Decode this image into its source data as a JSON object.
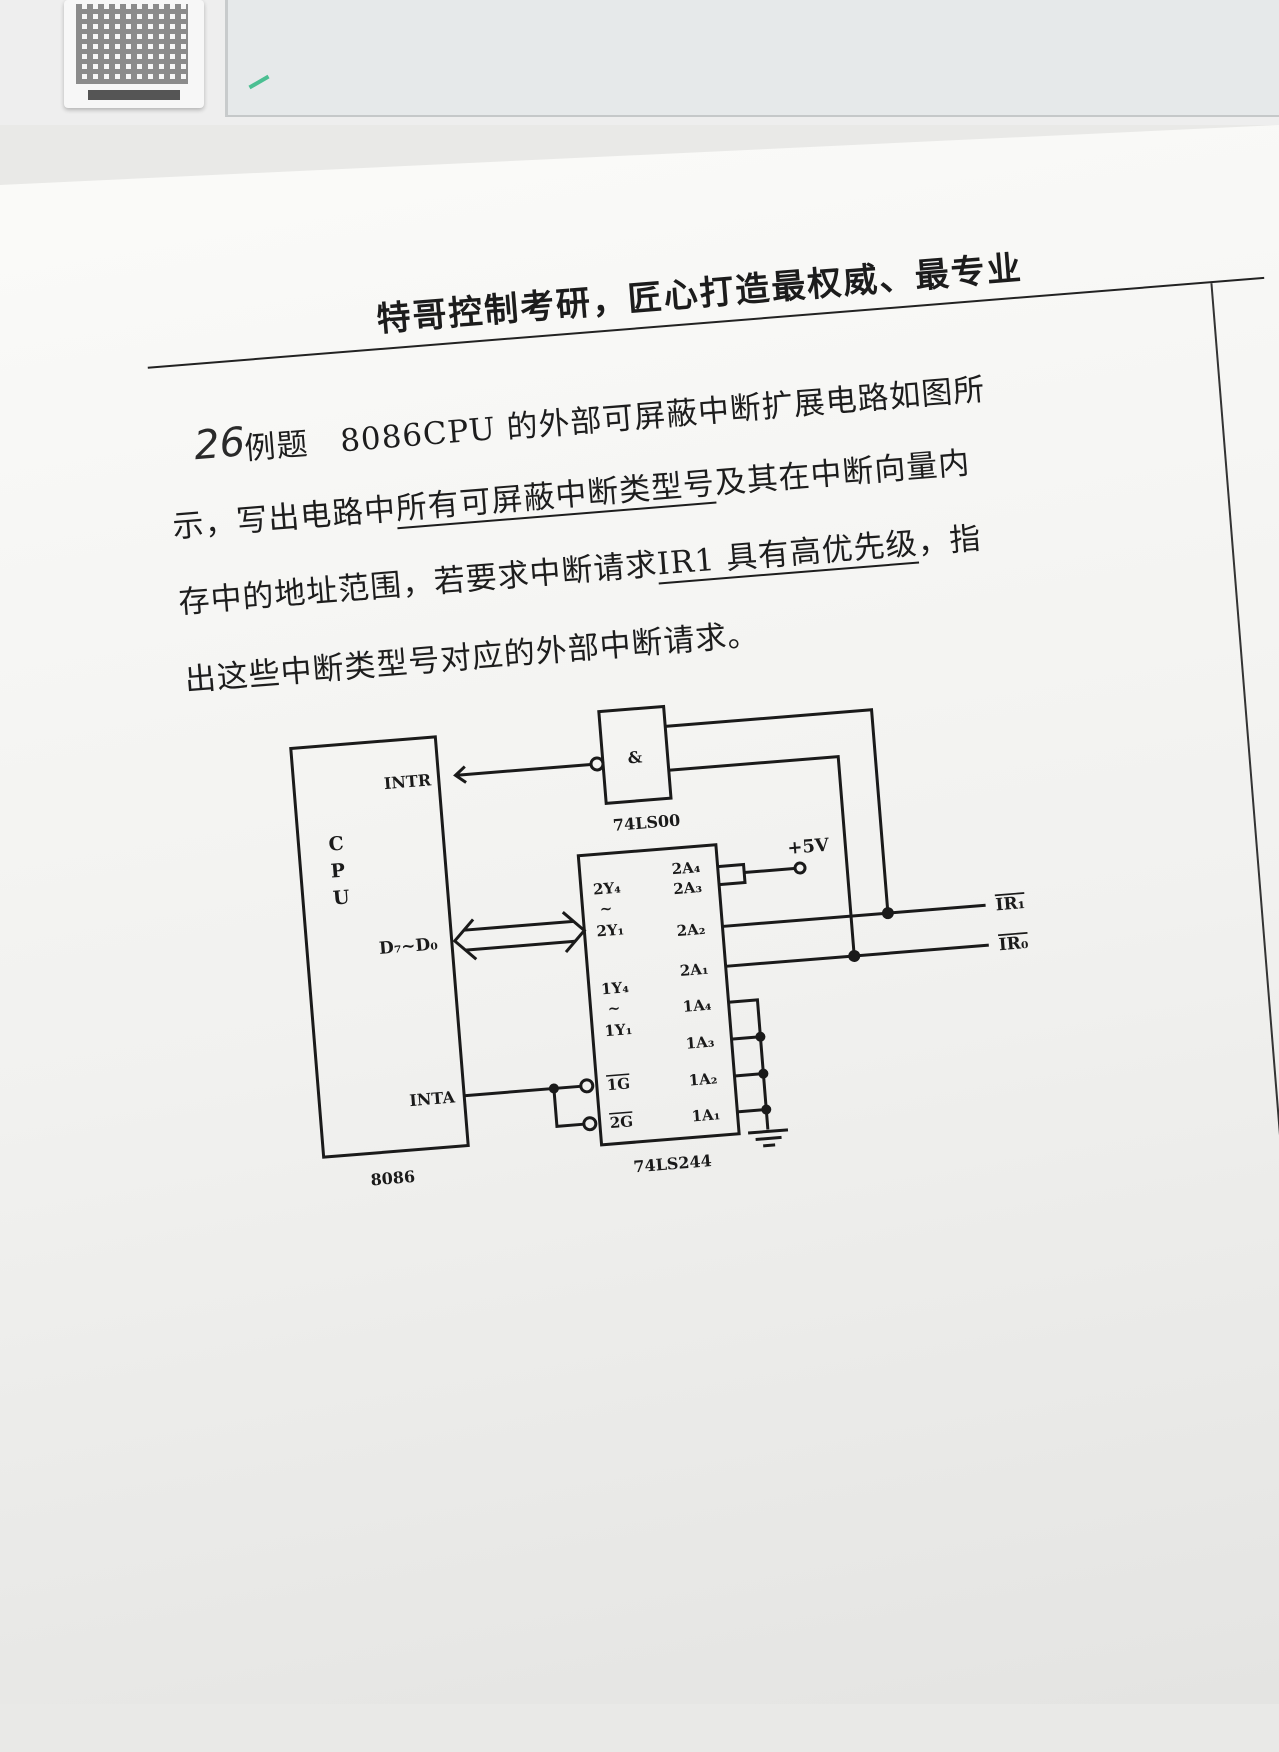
{
  "header": {
    "running_title": "特哥控制考研，匠心打造最权威、最专业"
  },
  "problem": {
    "handwritten_number": "26",
    "line1": "例题　8086CPU 的外部可屏蔽中断扩展电路如图所",
    "line2_prefix": "示，写出电路中",
    "line2_underlined": "所有可屏蔽中断类型号",
    "line2_suffix": "及其在中断向量内",
    "line3_prefix": "存中的地址范围，若要求中断请求",
    "line3_underlined": "IR1 具有高优先级",
    "line3_suffix": "，指",
    "line4": "出这些中断类型号对应的外部中断请求。"
  },
  "diagram": {
    "cpu": {
      "letters": [
        "C",
        "P",
        "U"
      ],
      "name": "8086",
      "pin_intr": "INTR",
      "pin_data": "D₇~D₀",
      "pin_inta": "INTA"
    },
    "gate": {
      "symbol": "&",
      "name": "74LS00"
    },
    "buffer": {
      "name": "74LS244",
      "left_pins": [
        "2Y₄",
        "~",
        "2Y₁",
        "1Y₄",
        "~",
        "1Y₁",
        "1G",
        "2G"
      ],
      "right_pins": [
        "2A₄",
        "2A₃",
        "2A₂",
        "2A₁",
        "1A₄",
        "1A₃",
        "1A₂",
        "1A₁"
      ]
    },
    "supply": "+5V",
    "inputs": [
      "IR₁",
      "IR₀"
    ]
  }
}
